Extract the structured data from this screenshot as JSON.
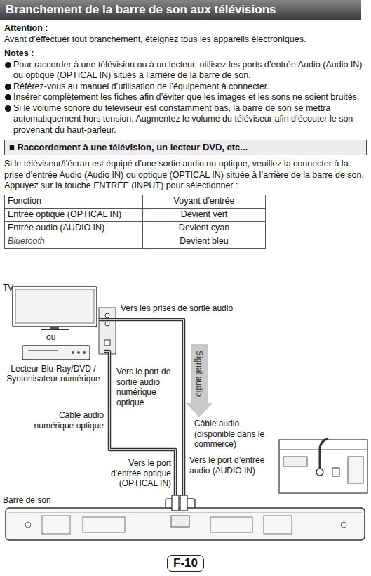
{
  "diagram": {
    "title": "Branchement de la barre de son aux télévisions",
    "nodes": [
      {
        "text": [
          "■ Raccordement à une télévision, un lecteur DVD, etc..."
        ]
      },
      {
        "text": [
          "TV"
        ]
      },
      {
        "text": [
          "Lecteur Blu-Ray/DVD / Syntonisateur numérique"
        ]
      },
      {
        "text": [
          "Barre de son"
        ]
      },
      {
        "text": [
          "F-10"
        ]
      }
    ],
    "edges": [
      {
        "from": 1,
        "to": 3,
        "arrow": "none"
      },
      {
        "from": 2,
        "to": 3,
        "arrow": "none"
      }
    ],
    "labels": [
      "Attention :",
      "Avant d’effectuer tout branchement, éteignez tous les appareils électroniques.",
      "Notes :",
      "Pour raccorder à une télévision ou à un lecteur, utilisez les ports d’entrée Audio (Audio IN) ou optique (OPTICAL IN) situés à l’arrière de la barre de son.",
      "Référez-vous au manuel d’utilisation de l’équipement à connecter.",
      "Insérer complètement les fiches afin d’éviter que les images et les sons ne soient bruités.",
      "Si le volume sonore du téléviseur est constamment bas, la barre de son se mettra automatiquement hors tension. Augmentez le volume du téléviseur afin d’écouter le son provenant du haut-parleur.",
      "Si le téléviseur/l’écran est équipé d’une sortie audio ou optique, veuillez la connecter à la prise d’entrée Audio (Audio IN) ou optique (OPTICAL IN) située à l’arrière de la barre de son.",
      "Appuyez sur la touche ENTRÉE (INPUT) pour sélectionner :",
      "Fonction",
      "Voyant d’entrée",
      "Entrée optique (OPTICAL IN)",
      "Devient vert",
      "Entrée audio (AUDIO IN)",
      "Devient cyan",
      "Bluetooth",
      "Devient bleu",
      "ou",
      "Vers les prises de sortie audio",
      "Vers le port de sortie audio numérique optique",
      "Câble audio numérique optique",
      "Signal audio",
      "Câble audio (disponible dans le commerce)",
      "Vers le port d’entrée audio (AUDIO IN)",
      "Vers le port d’entrée optique (OPTICAL IN)"
    ]
  }
}
